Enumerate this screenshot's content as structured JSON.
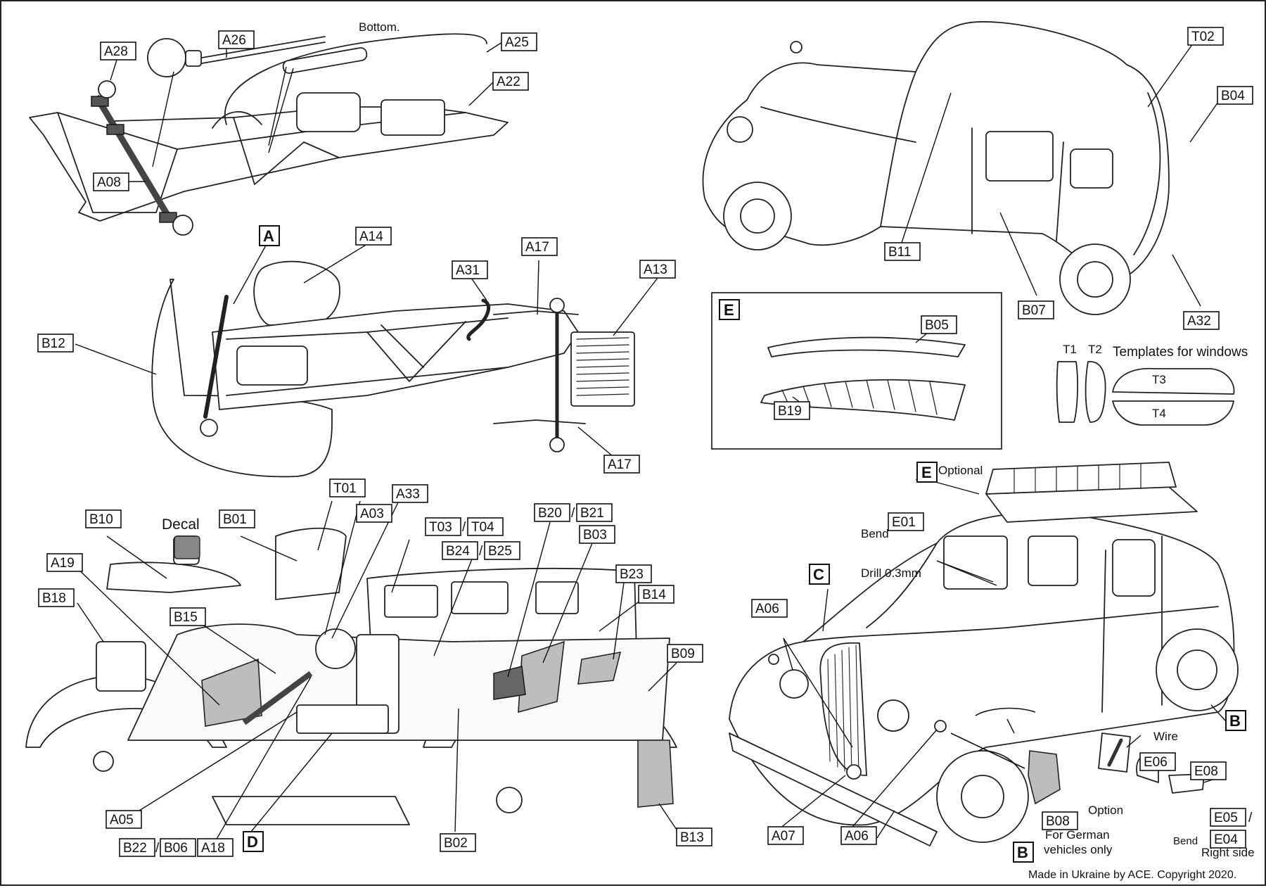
{
  "title": "Bottom.",
  "copyright": "Made in Ukraine by ACE. Copyright 2020.",
  "section_letters": [
    "A",
    "C",
    "D",
    "E",
    "E",
    "B",
    "B"
  ],
  "templates": {
    "heading": "Templates for windows",
    "t1": "T1",
    "t2": "T2",
    "t3": "T3",
    "t4": "T4"
  },
  "notes": {
    "decal": "Decal",
    "optional": "Optional",
    "bend_top": "Bend",
    "drill": "Drill 0.3mm",
    "wire": "Wire",
    "option": "Option",
    "bend_bottom": "Bend",
    "german_line1": "For German",
    "german_line2": "vehicles only",
    "right_side": "Right side",
    "slash": "/"
  },
  "parts": {
    "A26": "A26",
    "A28": "A28",
    "A25": "A25",
    "A22": "A22",
    "A08": "A08",
    "A14": "A14",
    "A17a": "A17",
    "A31": "A31",
    "A13": "A13",
    "B12": "B12",
    "A17b": "A17",
    "T02": "T02",
    "B04": "B04",
    "B11": "B11",
    "B07": "B07",
    "A32": "A32",
    "B05": "B05",
    "B19": "B19",
    "B10": "B10",
    "B01": "B01",
    "T01": "T01",
    "A33": "A33",
    "A03": "A03",
    "T03": "T03",
    "T04": "T04",
    "B20": "B20",
    "B21": "B21",
    "B24": "B24",
    "B25": "B25",
    "B03": "B03",
    "A19": "A19",
    "B18": "B18",
    "B15": "B15",
    "B23": "B23",
    "B14": "B14",
    "B09": "B09",
    "A05": "A05",
    "B22": "B22",
    "B06": "B06",
    "A18": "A18",
    "B02": "B02",
    "B13": "B13",
    "E01": "E01",
    "A06a": "A06",
    "A07": "A07",
    "A06b": "A06",
    "B08": "B08",
    "E06": "E06",
    "E08": "E08",
    "E05": "E05",
    "E04": "E04"
  }
}
